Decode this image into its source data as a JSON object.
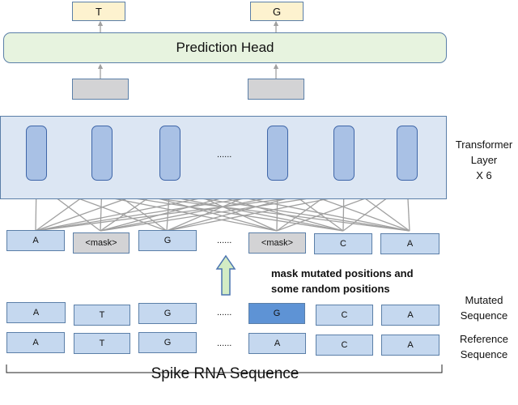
{
  "outputs": [
    "T",
    "G"
  ],
  "prediction_head": "Prediction Head",
  "transformer": {
    "label_line1": "Transformer",
    "label_line2": "Layer",
    "label_line3": "X 6",
    "ellipsis": "......"
  },
  "masked_input": {
    "tokens": [
      "A",
      "<mask>",
      "G",
      "<mask>",
      "C",
      "A"
    ],
    "ellipsis": "......"
  },
  "annotation": {
    "line1": "mask mutated positions and",
    "line2": "some random positions"
  },
  "mutated": {
    "tokens": [
      "A",
      "T",
      "G",
      "G",
      "C",
      "A"
    ],
    "ellipsis": "......",
    "label_line1": "Mutated",
    "label_line2": "Sequence"
  },
  "reference": {
    "tokens": [
      "A",
      "T",
      "G",
      "A",
      "C",
      "A"
    ],
    "ellipsis": "......",
    "label_line1": "Reference",
    "label_line2": "Sequence"
  },
  "title": "Spike RNA Sequence",
  "colors": {
    "output_fill": "#fdf2cf",
    "head_fill": "#e7f3df",
    "transformer_fill": "#dce6f3",
    "unit_fill": "#a9c1e5",
    "token_fill": "#c5d8ef",
    "mask_fill": "#d3d3d5",
    "mutated_highlight": "#5e93d5",
    "arrow": "#a0a0a0",
    "up_arrow_fill": "#d3ecc4",
    "up_arrow_stroke": "#4b74b0"
  }
}
